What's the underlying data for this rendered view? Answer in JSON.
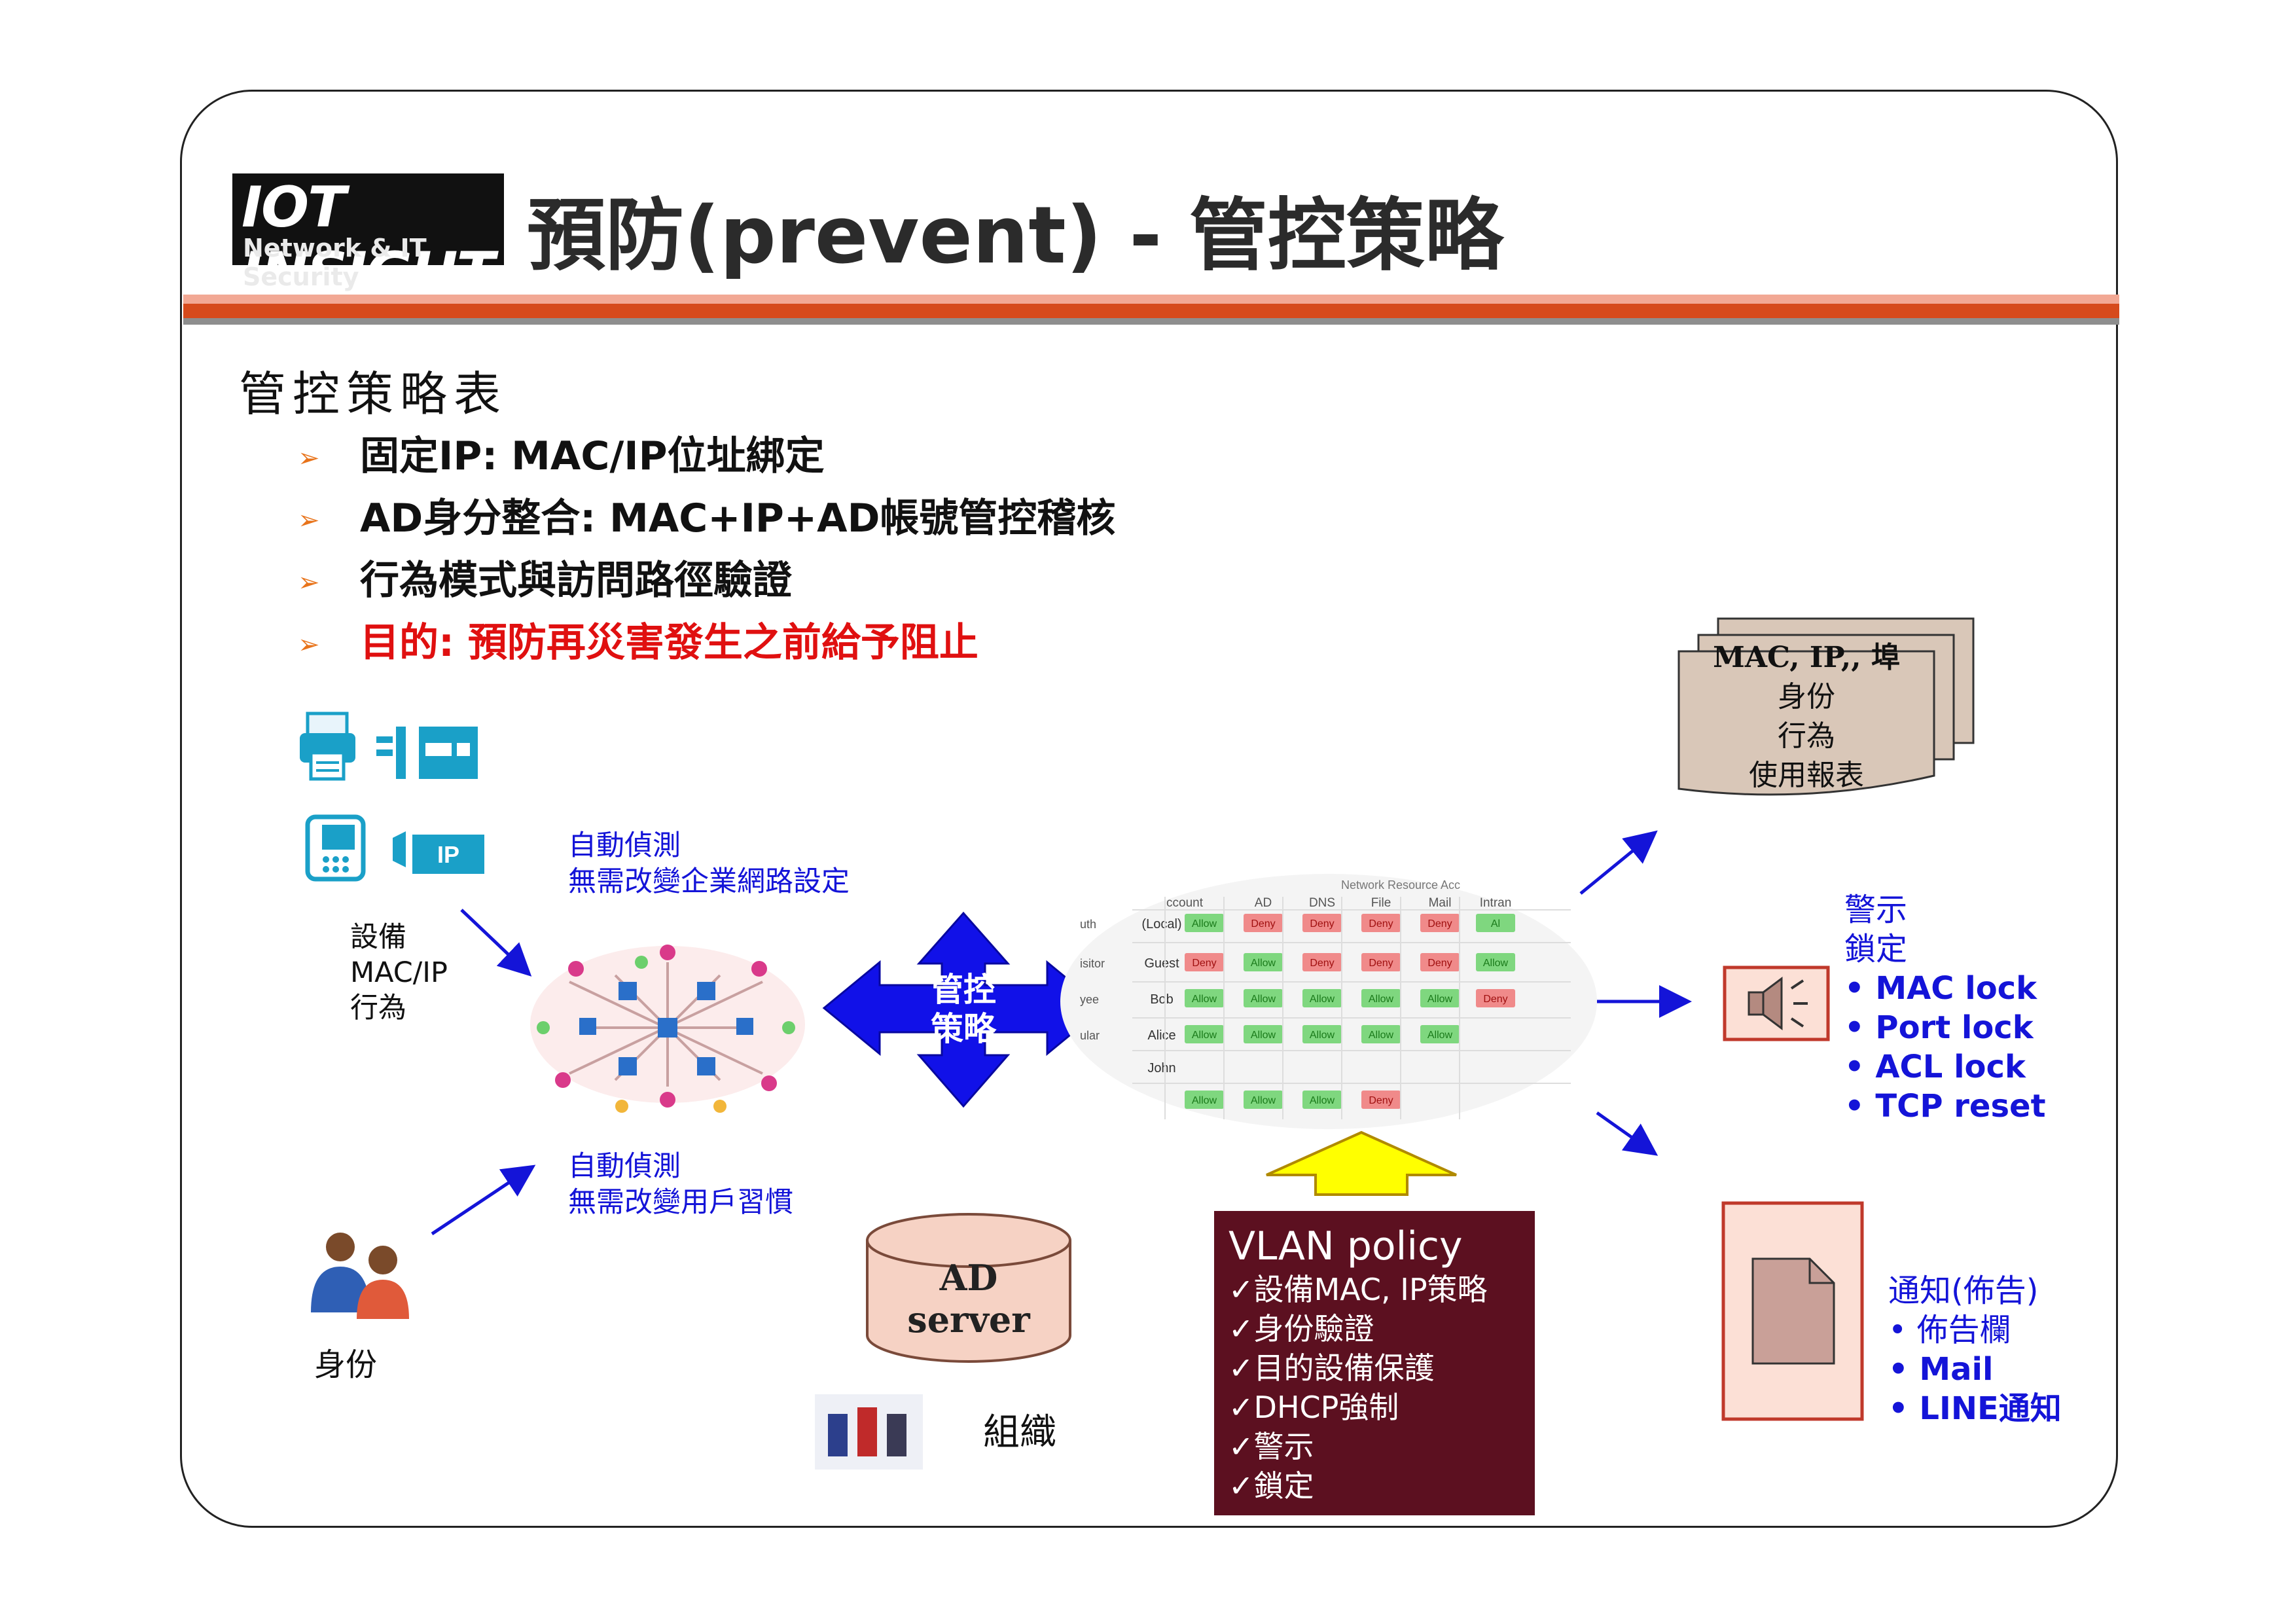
{
  "logo": {
    "line1": "IOT INSIGHT",
    "line2": "Network & IT Security"
  },
  "title": "預防(prevent) - 管控策略",
  "section_heading": "管控策略表",
  "bullets": [
    {
      "text": "固定IP: MAC/IP位址綁定",
      "highlight": false
    },
    {
      "text": "AD身分整合: MAC+IP+AD帳號管控稽核",
      "highlight": false
    },
    {
      "text": "行為模式與訪問路徑驗證",
      "highlight": false
    },
    {
      "text": "目的: 預防再災害發生之前給予阻止",
      "highlight": true
    }
  ],
  "device_label": [
    "設備",
    "MAC/IP",
    "行為"
  ],
  "ip_badge": "IP",
  "auto_detect_network": [
    "自動偵測",
    "無需改變企業網路設定"
  ],
  "auto_detect_user": [
    "自動偵測",
    "無需改變用戶習慣"
  ],
  "identity_label": "身份",
  "policy_center": [
    "管控",
    "策略"
  ],
  "ad_server": [
    "AD",
    "server"
  ],
  "org_label": "組織",
  "vlan_policy": {
    "title": "VLAN policy",
    "items": [
      "✓設備MAC, IP策略",
      "✓身份驗證",
      "✓目的設備保護",
      "✓DHCP強制",
      "✓警示",
      "✓鎖定"
    ]
  },
  "report": [
    "MAC, IP,, 埠",
    "身份",
    "行為",
    "使用報表"
  ],
  "alert": {
    "titles": [
      "警示",
      "鎖定"
    ],
    "items": [
      "• MAC lock",
      "• Port lock",
      "• ACL lock",
      "• TCP reset"
    ]
  },
  "notify": {
    "title": "通知(佈告)",
    "items": [
      "• 佈告欄",
      "• Mail",
      "• LINE通知"
    ]
  },
  "matrix": {
    "header_title": "Network Resource Acc",
    "columns": [
      "ccount",
      "AD",
      "DNS",
      "File",
      "Mail",
      "Intran"
    ],
    "rows": [
      {
        "group": "uth",
        "account": "(Local)",
        "cells": [
          "Allow",
          "Deny",
          "Deny",
          "Deny",
          "Deny",
          "Al"
        ]
      },
      {
        "group": "isitor",
        "account": "Guest",
        "cells": [
          "Deny",
          "Allow",
          "Deny",
          "Deny",
          "Deny",
          "Allow"
        ]
      },
      {
        "group": "yee",
        "account": "Bob",
        "cells": [
          "Allow",
          "Allow",
          "Allow",
          "Allow",
          "Allow",
          "Deny"
        ]
      },
      {
        "group": "ular",
        "account": "Alice",
        "cells": [
          "Allow",
          "Allow",
          "Allow",
          "Allow",
          "Allow",
          ""
        ]
      },
      {
        "group": "",
        "account": "John",
        "cells": [
          "",
          "",
          "",
          "",
          "",
          ""
        ]
      },
      {
        "group": "",
        "account": "",
        "cells": [
          "Allow",
          "Allow",
          "Allow",
          "Deny",
          "",
          ""
        ]
      }
    ]
  },
  "colors": {
    "accent": "#d64a1c",
    "blue": "#1414d8",
    "red": "#e01010",
    "vlan_bg": "#5c1020",
    "allow": "#7fd77f",
    "deny": "#f08a8a"
  }
}
